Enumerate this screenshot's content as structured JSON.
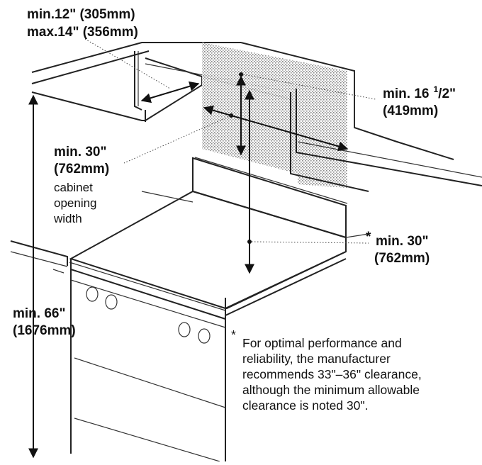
{
  "labels": {
    "depth_min": "min.12\" (305mm)",
    "depth_max": "max.14\" (356mm)",
    "upper_clearance_line1": "min. 16",
    "upper_clearance_sup_num": "1",
    "upper_clearance_sup_den": "/2\"",
    "upper_clearance_line2": "(419mm)",
    "width_line1": "min. 30\"",
    "width_line2": "(762mm)",
    "width_caption_1": "cabinet",
    "width_caption_2": "opening",
    "width_caption_3": "width",
    "hood_line1": "min. 30\"",
    "hood_line2": "(762mm)",
    "hood_asterisk": "*",
    "floor_line1": "min. 66\"",
    "floor_line2": "(1676mm)"
  },
  "footnote": {
    "asterisk": "*",
    "lines": [
      "For optimal performance and",
      "reliability, the manufacturer",
      "recommends 33\"–36\" clearance,",
      "although the minimum allowable",
      "clearance is noted 30\"."
    ]
  },
  "colors": {
    "line": "#222222",
    "shading": "#9a9a9a"
  }
}
